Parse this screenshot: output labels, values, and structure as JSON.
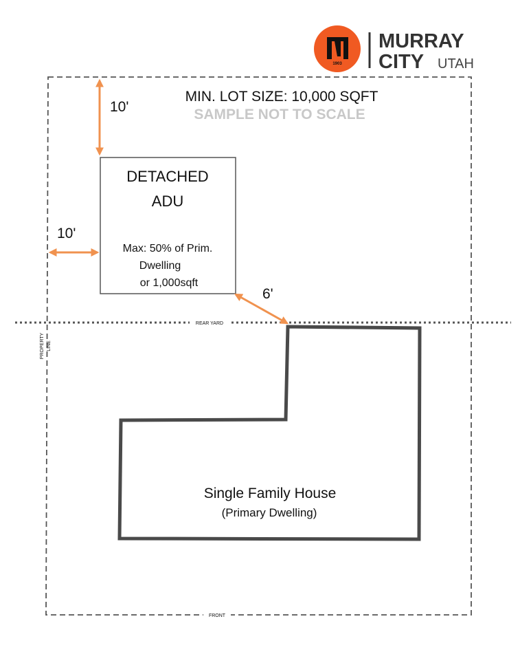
{
  "logo": {
    "emblem_year": "1903",
    "city_name_line1": "MURRAY",
    "city_name_line2": "CITY",
    "state": "UTAH",
    "brand_color": "#F05A22",
    "text_color": "#333333"
  },
  "lot": {
    "min_size_label": "MIN. LOT SIZE: 10,000 SQFT",
    "scale_note": "SAMPLE NOT TO SCALE",
    "property_line_label_1": "PROPERTY",
    "property_line_label_2": "LINE",
    "rear_yard_label": "REAR YARD",
    "front_label": "FRONT"
  },
  "adu": {
    "title_line1": "DETACHED",
    "title_line2": "ADU",
    "limit_line1": "Max: 50% of Prim.",
    "limit_line2": "Dwelling",
    "limit_line3": "or 1,000sqft"
  },
  "setbacks": {
    "rear": "10'",
    "side": "10'",
    "separation": "6'",
    "arrow_color": "#F0924F"
  },
  "house": {
    "title": "Single Family House",
    "subtitle": "(Primary Dwelling)"
  }
}
